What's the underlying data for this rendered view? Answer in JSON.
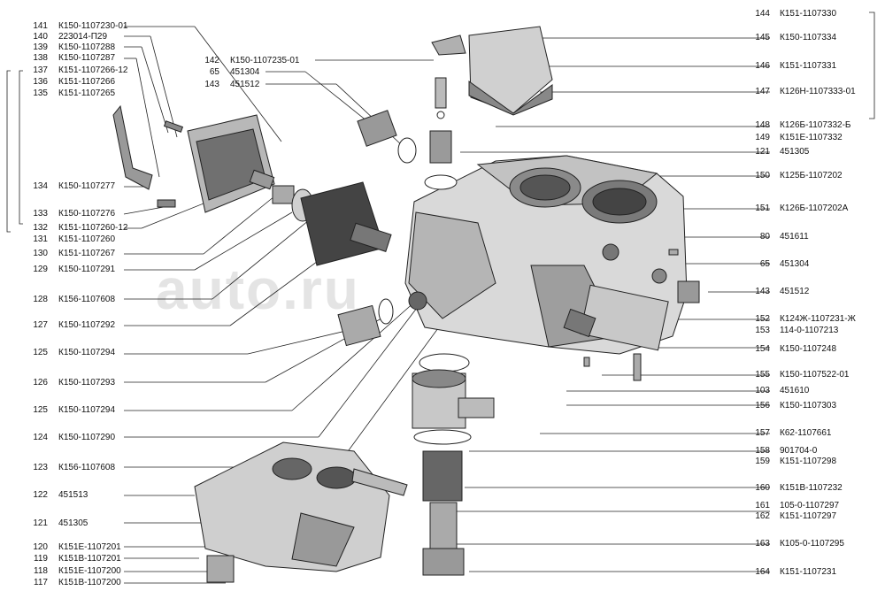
{
  "watermark": "auto.ru",
  "left_labels": [
    {
      "num": "141",
      "code": "К150-1107230-01"
    },
    {
      "num": "140",
      "code": "223014-П29"
    },
    {
      "num": "139",
      "code": "К150-1107288"
    },
    {
      "num": "138",
      "code": "К150-1107287"
    },
    {
      "num": "137",
      "code": "К151-1107266-12"
    },
    {
      "num": "136",
      "code": "К151-1107266"
    },
    {
      "num": "135",
      "code": "К151-1107265"
    },
    {
      "num": "134",
      "code": "К150-1107277"
    },
    {
      "num": "133",
      "code": "К150-1107276"
    },
    {
      "num": "132",
      "code": "К151-1107260-12"
    },
    {
      "num": "131",
      "code": "К151-1107260"
    },
    {
      "num": "130",
      "code": "К151-1107267"
    },
    {
      "num": "129",
      "code": "К150-1107291"
    },
    {
      "num": "128",
      "code": "К156-1107608"
    },
    {
      "num": "127",
      "code": "К150-1107292"
    },
    {
      "num": "125",
      "code": "К150-1107294"
    },
    {
      "num": "126",
      "code": "К150-1107293"
    },
    {
      "num": "125",
      "code": "К150-1107294"
    },
    {
      "num": "124",
      "code": "К150-1107290"
    },
    {
      "num": "123",
      "code": "К156-1107608"
    },
    {
      "num": "122",
      "code": "451513"
    },
    {
      "num": "121",
      "code": "451305"
    },
    {
      "num": "120",
      "code": "К151Е-1107201"
    },
    {
      "num": "119",
      "code": "К151В-1107201"
    },
    {
      "num": "118",
      "code": "К151Е-1107200"
    },
    {
      "num": "117",
      "code": "К151В-1107200"
    }
  ],
  "middle_labels": [
    {
      "num": "142",
      "code": "К150-1107235-01"
    },
    {
      "num": "65",
      "code": "451304"
    },
    {
      "num": "143",
      "code": "451512"
    }
  ],
  "right_labels": [
    {
      "num": "144",
      "code": "К151-1107330"
    },
    {
      "num": "145",
      "code": "К150-1107334"
    },
    {
      "num": "146",
      "code": "К151-1107331"
    },
    {
      "num": "147",
      "code": "К126Н-1107333-01"
    },
    {
      "num": "148",
      "code": "К126Б-1107332-Б"
    },
    {
      "num": "149",
      "code": "К151Е-1107332"
    },
    {
      "num": "121",
      "code": "451305"
    },
    {
      "num": "150",
      "code": "К125Б-1107202"
    },
    {
      "num": "151",
      "code": "К126Б-1107202А"
    },
    {
      "num": "80",
      "code": "451611"
    },
    {
      "num": "65",
      "code": "451304"
    },
    {
      "num": "143",
      "code": "451512"
    },
    {
      "num": "152",
      "code": "К124Ж-1107231-Ж"
    },
    {
      "num": "153",
      "code": "114-0-1107213"
    },
    {
      "num": "154",
      "code": "К150-1107248"
    },
    {
      "num": "155",
      "code": "К150-1107522-01"
    },
    {
      "num": "103",
      "code": "451610"
    },
    {
      "num": "156",
      "code": "К150-1107303"
    },
    {
      "num": "157",
      "code": "К62-1107661"
    },
    {
      "num": "158",
      "code": "901704-0"
    },
    {
      "num": "159",
      "code": "К151-1107298"
    },
    {
      "num": "160",
      "code": "К151В-1107232"
    },
    {
      "num": "161",
      "code": "105-0-1107297"
    },
    {
      "num": "162",
      "code": "К151-1107297"
    },
    {
      "num": "163",
      "code": "К105-0-1107295"
    },
    {
      "num": "164",
      "code": "К151-1107231"
    }
  ]
}
